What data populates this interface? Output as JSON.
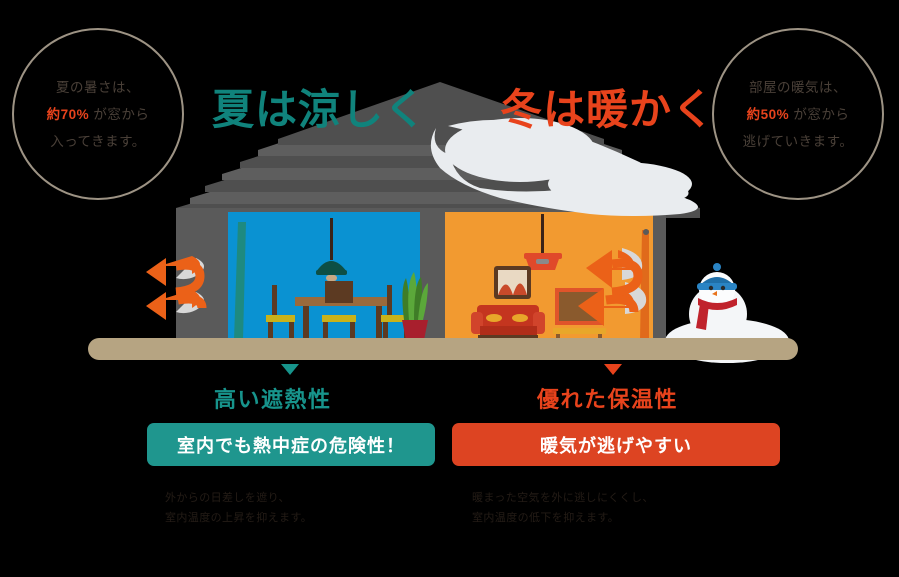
{
  "callouts": {
    "left": {
      "line1": "夏の暑さは、",
      "highlight": "約70%",
      "line2_tail": "が窓から",
      "line3": "入ってきます。"
    },
    "right": {
      "line1": "部屋の暖気は、",
      "highlight": "約50%",
      "line2_tail": "が窓から",
      "line3": "逃げていきます。"
    }
  },
  "headings": {
    "summer": "夏は涼しく",
    "winter": "冬は暖かく"
  },
  "subheadings": {
    "left": "高い遮熱性",
    "right": "優れた保温性"
  },
  "buttons": {
    "left": "室内でも熱中症の危険性！",
    "right": "暖気が逃げやすい"
  },
  "captions": {
    "left": "外からの日差しを遮り、\n室内温度の上昇を抑えます。",
    "right": "暖まった空気を外に逃しにくくし、\n室内温度の低下を抑えます。"
  },
  "colors": {
    "teal": "#17948c",
    "orange_red": "#e8431c",
    "button_teal": "#1f968e",
    "button_red": "#dd4422",
    "ground_tan": "#b6a482",
    "room_blue": "#0a92d2",
    "room_orange": "#f29a30",
    "roof_gray": "#5a5a5a",
    "snow_white": "#e9ecef",
    "callout_border": "#9d9384",
    "callout_text": "#4a4038"
  },
  "illustration": {
    "house": "cutaway-house",
    "left_room": "summer-blue-room",
    "right_room": "winter-orange-room",
    "left_room_items": [
      "pendant-lamp",
      "dining-table",
      "chair",
      "chair",
      "chair",
      "potted-plant",
      "curtain"
    ],
    "right_room_items": [
      "pendant-lamp",
      "picture-frame",
      "sofa",
      "tv-cabinet",
      "coffee-table",
      "curtain"
    ],
    "arrows_left": "heat-entering-arrows",
    "arrows_right": "heat-escaping-arrows",
    "snowman": "snowman-with-hat-and-scarf",
    "snow": "roof-snow"
  }
}
